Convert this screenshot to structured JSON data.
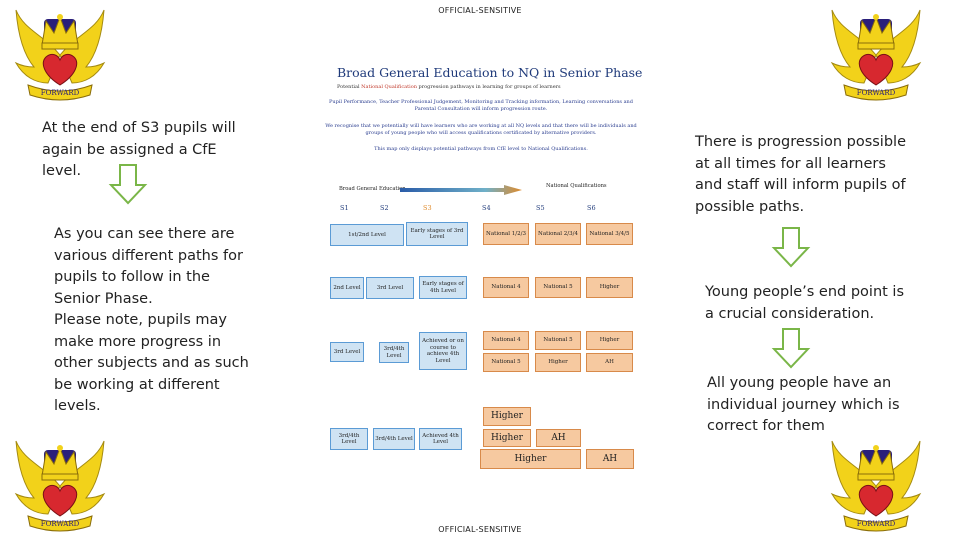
{
  "banner": {
    "top": "OFFICIAL-SENSITIVE",
    "bottom": "OFFICIAL-SENSITIVE"
  },
  "crest": {
    "motto": "FORWARD",
    "icon": "school-crest-icon"
  },
  "left": {
    "text1": "At the end of S3 pupils will again be assigned a CfE level.",
    "text2_lines": [
      "As you can see there are",
      "various different paths for",
      "pupils to follow in the",
      "Senior Phase.",
      "Please note, pupils may",
      "make more progress in",
      "other subjects and as such",
      "be working at different",
      "levels."
    ]
  },
  "right": {
    "text1": "There is progression possible at all times for all learners and staff will inform pupils of possible paths.",
    "text2": "Young people’s end point is a crucial consideration.",
    "text3": "All young people have an individual journey which is correct for them"
  },
  "document": {
    "title": "Broad General Education to NQ in Senior Phase",
    "subtitle_before": "Potential ",
    "subtitle_red": "National Qualification",
    "subtitle_after": " progression pathways in learning for groups of learners",
    "para1": "Pupil Performance, Teacher Professional Judgement, Monitoring and Tracking information, Learning conversations and Parental Consultation will inform progression route.",
    "para2": "We recognise that we potentially will have learners who are working at all NQ levels and that there will be individuals and groups of young people who will access qualifications certificated by alternative providers.",
    "para3": "This map only displays potential pathways from CfE level to National Qualifications.",
    "header_left": "Broad General Education",
    "header_right": "National Qualifications",
    "stages": [
      "S1",
      "S2",
      "S3",
      "S4",
      "S5",
      "S6"
    ],
    "boxes": {
      "r1_level": "1st/2nd Level",
      "r1_early": "Early stages of 3rd Level",
      "r1_nat": "National 1/2/3",
      "r1_s5": "National 2/3/4",
      "r1_s6": "National 3/4/5",
      "r2_l1": "2nd Level",
      "r2_l2": "3rd Level",
      "r2_early": "Early stages of 4th Level",
      "r2_nat": "National 4",
      "r2_s5": "National 5",
      "r2_s6": "Higher",
      "r3_l1": "3rd Level",
      "r3_l2": "3rd/4th Level",
      "r3_ach": "Achieved or on course to achieve 4th Level",
      "r3_a_s4": "National 4",
      "r3_a_s5": "National 5",
      "r3_a_s6": "Higher",
      "r3_b_s4": "National 5",
      "r3_b_s5": "Higher",
      "r3_b_s6": "AH",
      "r4_l1": "3rd/4th Level",
      "r4_l2": "3rd/4th Level",
      "r4_ach": "Achieved 4th Level",
      "r4_a": "Higher",
      "r4_b1": "Higher",
      "r4_b2": "AH",
      "r4_c1": "Higher",
      "r4_c2": "AH"
    }
  },
  "colors": {
    "arrow_fill": "#ffffff",
    "arrow_stroke": "#7ab648",
    "crest_wings": "#f2d21a",
    "crest_heart": "#d7282f",
    "crown": "#2a1f7a"
  }
}
